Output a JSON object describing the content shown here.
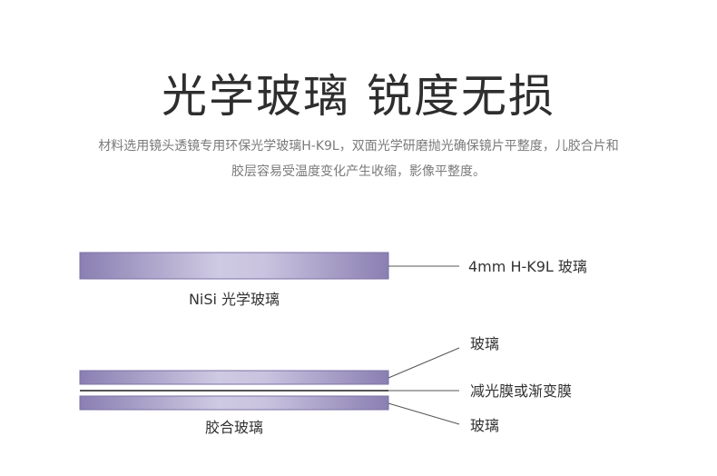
{
  "header": {
    "title": "光学玻璃 锐度无损",
    "description_line1": "材料选用镜头透镜专用环保光学玻璃H-K9L，双面光学研磨抛光确保镜片平整度，儿胶合片和",
    "description_line2": "胶层容易受温度变化产生收缩，影像平整度。"
  },
  "diagram_top": {
    "callout": "4mm H-K9L 玻璃",
    "caption": "NiSi  光学玻璃"
  },
  "diagram_bottom": {
    "callout_upper": "玻璃",
    "callout_middle": "减光膜或渐变膜",
    "callout_lower": "玻璃",
    "caption": "胶合玻璃"
  },
  "colors": {
    "glass_edge": "#8a7fb2",
    "glass_center": "#cfcae3",
    "film_line": "#555555",
    "leader_line": "#555555"
  }
}
